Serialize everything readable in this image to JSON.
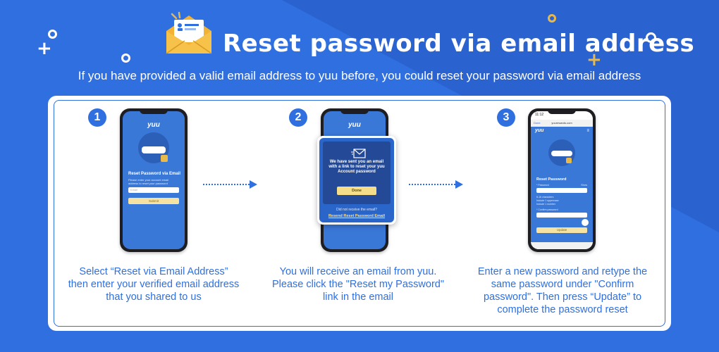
{
  "header": {
    "title": "Reset password via email address",
    "subtitle": "If you have provided a valid email address to yuu before, you could reset your password via email address"
  },
  "colors": {
    "background": "#2f6fe0",
    "accent": "#e8b94a",
    "card": "#ffffff"
  },
  "steps": [
    {
      "number": "1",
      "caption": [
        "Select “Reset via Email Address”",
        "then enter your verified email address",
        "that you shared to us"
      ],
      "screen": {
        "logo": "yuu",
        "heading": "Reset Password via Email",
        "text": "Please enter your account email address to reset your password",
        "input_placeholder": "Email",
        "button": "Submit"
      }
    },
    {
      "number": "2",
      "caption": [
        "You will receive an email from yuu.",
        "Please click the \"Reset my Password\"",
        "link in the email"
      ],
      "screen": {
        "logo": "yuu",
        "message": "We have sent you an email with a link to reset your yuu Account password",
        "button": "Done",
        "question": "Did not receive the email?",
        "link": "Resend Reset Password Email"
      }
    },
    {
      "number": "3",
      "caption": [
        "Enter a new password and retype the",
        "same password under  \"Confirm",
        "password\". Then press “Update” to",
        "complete the password reset"
      ],
      "screen": {
        "status_time": "11:12",
        "browser_done": "Done",
        "url": "yuurewards.com",
        "logo": "yuu",
        "heading": "Reset Password",
        "field_label": "* Password",
        "show_label": "Show",
        "rules": [
          "8-16 characters",
          "Include 1 uppercase",
          "Include 1 number"
        ],
        "confirm_label": "* Confirm password",
        "button": "Update"
      }
    }
  ],
  "icons": [
    "envelope-icon",
    "plus-icon",
    "messenger-icon",
    "lock-icon"
  ]
}
